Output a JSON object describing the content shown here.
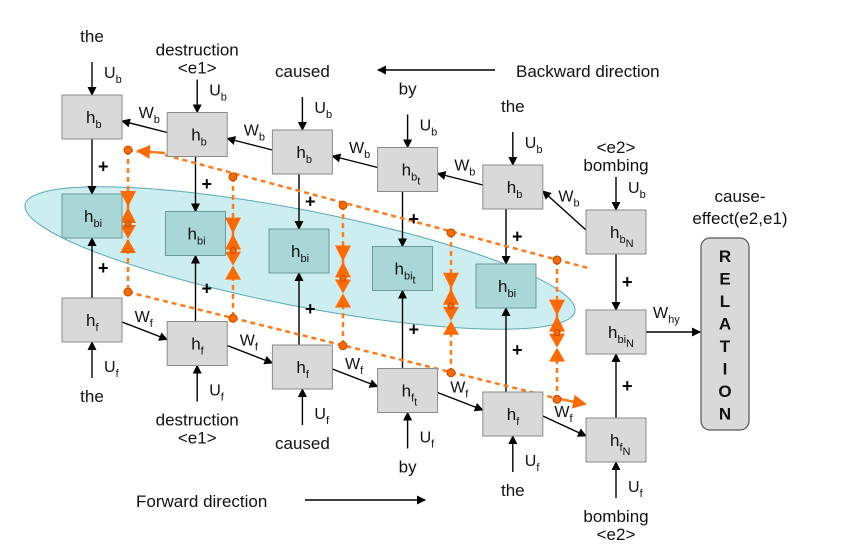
{
  "directions": {
    "backward": "Backward direction",
    "forward": "Forward direction"
  },
  "relation": {
    "title_line1": "cause-",
    "title_line2": "effect(e2,e1)",
    "letters": [
      "R",
      "E",
      "L",
      "A",
      "T",
      "I",
      "O",
      "N"
    ]
  },
  "words_top": [
    {
      "line1": "the",
      "line2": ""
    },
    {
      "line1": "destruction",
      "line2": "<e1>"
    },
    {
      "line1": "caused",
      "line2": ""
    },
    {
      "line1": "by",
      "line2": ""
    },
    {
      "line1": "the",
      "line2": ""
    },
    {
      "line1": "<e2>",
      "line2": "bombing"
    }
  ],
  "words_bottom": [
    {
      "line1": "the",
      "line2": ""
    },
    {
      "line1": "destruction",
      "line2": "<e1>"
    },
    {
      "line1": "caused",
      "line2": ""
    },
    {
      "line1": "by",
      "line2": ""
    },
    {
      "line1": "the",
      "line2": ""
    },
    {
      "line1": "bombing",
      "line2": "<e2>"
    }
  ],
  "labels": {
    "h": "h",
    "sub_b": "b",
    "sub_f": "f",
    "sub_bi": "bi",
    "sub_t": "t",
    "sub_N": "N",
    "U": "U",
    "W": "W",
    "plus": "+",
    "why_sub": "hy"
  }
}
